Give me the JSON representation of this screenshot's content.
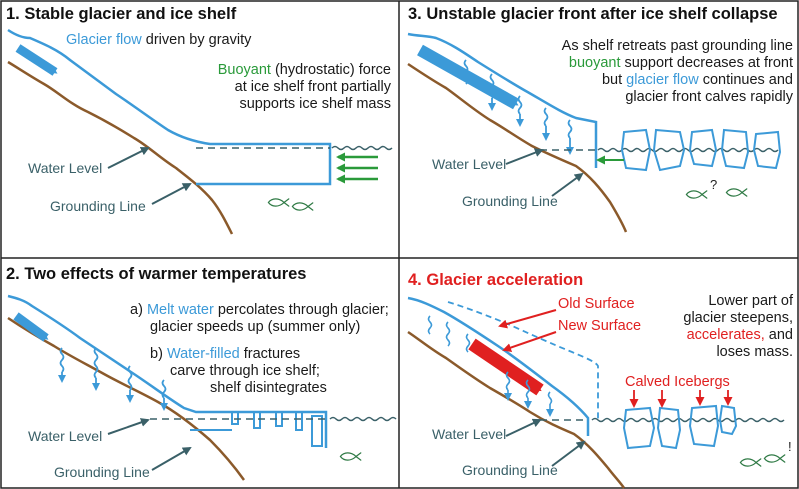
{
  "panels": [
    {
      "number": "1.",
      "title": "Stable glacier and ice shelf",
      "flow_prefix": "Glacier flow",
      "flow_suffix": " driven by gravity",
      "buoyant_word": "Buoyant",
      "buoyant_rest": " (hydrostatic) force",
      "line2": "at ice shelf front partially",
      "line3": "supports ice shelf mass",
      "water_level": "Water Level",
      "grounding_line": "Grounding Line"
    },
    {
      "number": "2.",
      "title": "Two effects of warmer temperatures",
      "a_label": "a)",
      "a_word": "Melt water",
      "a_rest": " percolates through glacier;",
      "a_line2": "glacier speeds up (summer only)",
      "b_label": "b)",
      "b_word": "Water-filled",
      "b_rest": " fractures",
      "b_line2": "carve through ice shelf;",
      "b_line3": "shelf disintegrates",
      "water_level": "Water Level",
      "grounding_line": "Grounding Line"
    },
    {
      "number": "3.",
      "title": "Unstable glacier front after ice shelf collapse",
      "line1": "As shelf retreats past grounding line",
      "buoyant_word": "buoyant",
      "line2_rest": "  support decreases at front",
      "line3_pre": "but  ",
      "flow_word": "glacier flow",
      "line3_rest": " continues and",
      "line4": "glacier front calves rapidly",
      "question": "?",
      "water_level": "Water Level",
      "grounding_line": "Grounding Line"
    },
    {
      "number": "4.",
      "title": "Glacier acceleration",
      "old_surface": "Old Surface",
      "new_surface": "New Surface",
      "line1": "Lower part of",
      "line2": "glacier steepens,",
      "accel_word": "accelerates,",
      "accel_rest": " and",
      "line4": "loses mass.",
      "calved": "Calved Icebergs",
      "exclaim": "!",
      "water_level": "Water Level",
      "grounding_line": "Grounding Line"
    }
  ],
  "colors": {
    "ice": "#3c9ad8",
    "bedrock": "#8b5a2b",
    "water": "#3a6068",
    "buoyant": "#2a9a3a",
    "accent": "#e02020",
    "fish": "#2f7a45"
  },
  "icons": [
    "flow-arrow-icon",
    "buoyancy-arrow-icon",
    "fish-icon",
    "iceberg-icon",
    "meltwater-icon"
  ]
}
